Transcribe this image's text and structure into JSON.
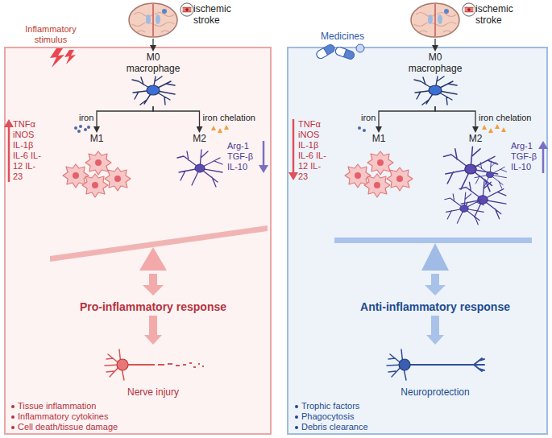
{
  "diagram": {
    "nodes": [
      {
        "text": [
          "ischemic stroke"
        ]
      },
      {
        "text": [
          "Tissue inflammation",
          "Inflammatory cytokines",
          "Cell death/tissue damage"
        ]
      },
      {
        "text": [
          "M0 macrophage"
        ],
        "in": 1
      },
      {
        "text": [
          "M1"
        ],
        "in": 1
      },
      {
        "text": [
          "M2"
        ],
        "in": 1
      },
      {
        "text": [
          "Pro-inflammatory response"
        ],
        "in": 1
      },
      {
        "text": [
          "Nerve injury"
        ],
        "in": 1
      },
      {
        "text": [
          "ischemic stroke"
        ]
      },
      {
        "text": [
          "Trophic factors",
          "Phagocytosis",
          "Debris clearance"
        ]
      },
      {
        "text": [
          "M0 macrophage"
        ],
        "in": 8
      },
      {
        "text": [
          "M1"
        ],
        "in": 8
      },
      {
        "text": [
          "M2"
        ],
        "in": 8
      },
      {
        "text": [
          "Anti-inflammatory response"
        ],
        "in": 8
      },
      {
        "text": [
          "Neuroprotection"
        ],
        "in": 8
      }
    ],
    "edges": [
      {
        "from": 0,
        "to": 2,
        "arrow": "to"
      },
      {
        "from": 2,
        "to": 3,
        "label": "iron",
        "arrow": "to"
      },
      {
        "from": 2,
        "to": 4,
        "label": "iron chelation",
        "arrow": "to"
      },
      {
        "from": 5,
        "to": 6,
        "arrow": "to"
      },
      {
        "from": 7,
        "to": 9,
        "arrow": "to"
      },
      {
        "from": 9,
        "to": 10,
        "label": "iron",
        "arrow": "to"
      },
      {
        "from": 9,
        "to": 11,
        "label": "iron chelation",
        "arrow": "to"
      },
      {
        "from": 12,
        "to": 13,
        "arrow": "to"
      }
    ],
    "labels": [
      "Inflammatory stimulus",
      "TNFα iNOS IL-1β IL-6 IL-12 IL-23",
      "Arg-1 TGF-β IL-10",
      "Medicines",
      "TNFα iNOS IL-1β IL-6 IL-12 IL-23",
      "Arg-1 TGF-β IL-10"
    ]
  }
}
